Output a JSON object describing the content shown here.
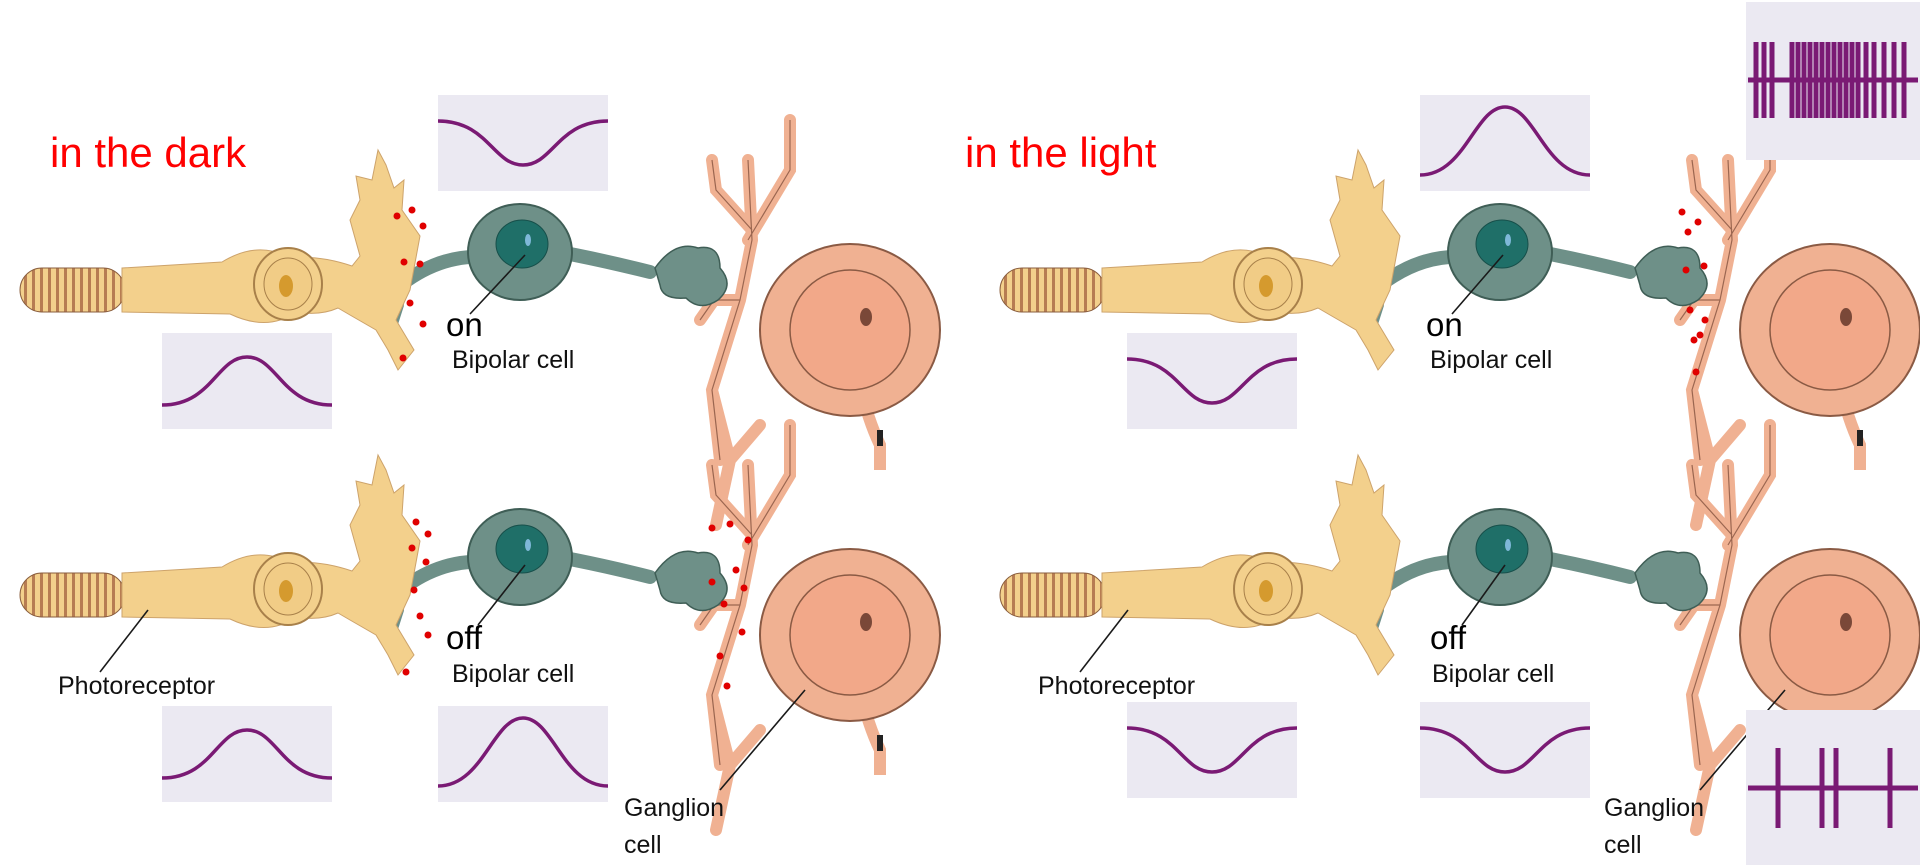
{
  "titles": {
    "dark": "in the dark",
    "light": "in the light"
  },
  "labels": {
    "on": "on",
    "off": "off",
    "bipolar_cell": "Bipolar cell",
    "photoreceptor": "Photoreceptor",
    "ganglion_cell_line1": "Ganglion",
    "ganglion_cell_line2": "cell"
  },
  "colors": {
    "title": "#ff0000",
    "photoreceptor": "#f3d08c",
    "bipolar": "#6e9088",
    "ganglion": "#f0b192",
    "signal": "#7a1a74",
    "panel": "#ebe9f2",
    "transmitter": "#e00000"
  },
  "signals": {
    "dark": {
      "photoreceptor": "depolarized",
      "on_bipolar": "hyperpolarized",
      "off_bipolar": "depolarized"
    },
    "light": {
      "photoreceptor": "hyperpolarized",
      "on_bipolar": "depolarized",
      "off_bipolar": "hyperpolarized",
      "on_ganglion_firing": "high rate",
      "off_ganglion_firing": "low rate"
    }
  }
}
